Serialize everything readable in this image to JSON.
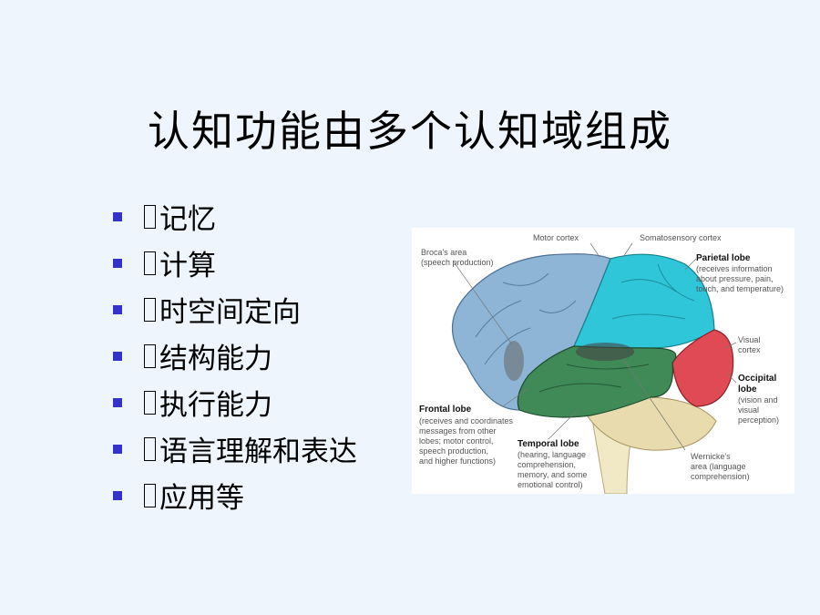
{
  "slide": {
    "title": "认知功能由多个认知域组成",
    "bullets": [
      {
        "text": "记忆"
      },
      {
        "text": "计算"
      },
      {
        "text": "时空间定向"
      },
      {
        "text": "结构能力"
      },
      {
        "text": "执行能力"
      },
      {
        "text": "语言理解和表达"
      },
      {
        "text": "应用等"
      }
    ],
    "bullet_color": "#3333cc"
  },
  "figure": {
    "colors": {
      "frontal": "#8fb5d6",
      "parietal": "#2ec6d8",
      "temporal": "#3f8a57",
      "occipital": "#e04a55",
      "cerebellum": "#e8dcae",
      "stem": "#f1e9c5"
    },
    "labels": {
      "motor_cortex": "Motor cortex",
      "somatosensory": "Somatosensory cortex",
      "broca_head": "Broca's area",
      "broca_desc": "(speech production)",
      "parietal_head": "Parietal lobe",
      "parietal_desc": [
        "(receives information",
        "about pressure, pain,",
        "touch, and temperature)"
      ],
      "visual_cortex": [
        "Visual",
        "cortex"
      ],
      "occipital_head": [
        "Occipital",
        "lobe"
      ],
      "occipital_desc": [
        "(vision and",
        "visual",
        "perception)"
      ],
      "frontal_head": "Frontal lobe",
      "frontal_desc": [
        "(receives and coordinates",
        "messages from other",
        "lobes; motor control,",
        "speech production,",
        "and higher functions)"
      ],
      "temporal_head": "Temporal lobe",
      "temporal_desc": [
        "(hearing, language",
        "comprehension,",
        "memory, and some",
        "emotional control)"
      ],
      "wernicke": [
        "Wernicke's",
        "area (language",
        "comprehension)"
      ]
    }
  }
}
